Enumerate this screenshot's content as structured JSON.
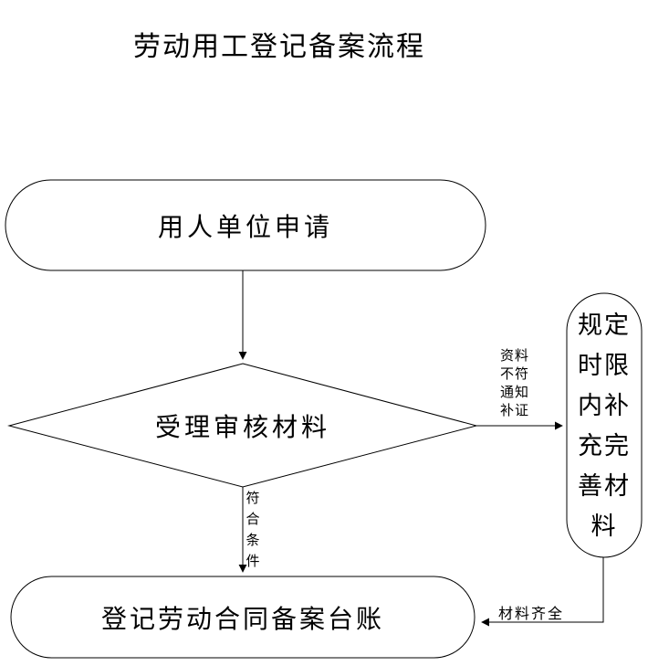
{
  "title": "劳动用工登记备案流程",
  "nodes": {
    "start": {
      "label": "用人单位申请"
    },
    "review": {
      "label": "受理审核材料"
    },
    "supplement": {
      "label": "规定时限内补充完善材料",
      "lines": [
        "规定",
        "时限",
        "内补",
        "充完",
        "善材",
        "料"
      ]
    },
    "end": {
      "label": "登记劳动合同备案台账"
    }
  },
  "edges": {
    "notice": {
      "label": "资料不符通知补证",
      "lines": [
        "资料",
        "不符",
        "通知",
        "补证"
      ]
    },
    "qualified": {
      "label": "符合条件",
      "lines": [
        "符",
        "合",
        "条",
        "件"
      ]
    },
    "complete": {
      "label": "材料齐全"
    }
  },
  "colors": {
    "stroke": "#000000",
    "fill": "#ffffff",
    "text": "#000000",
    "background": "#ffffff"
  }
}
